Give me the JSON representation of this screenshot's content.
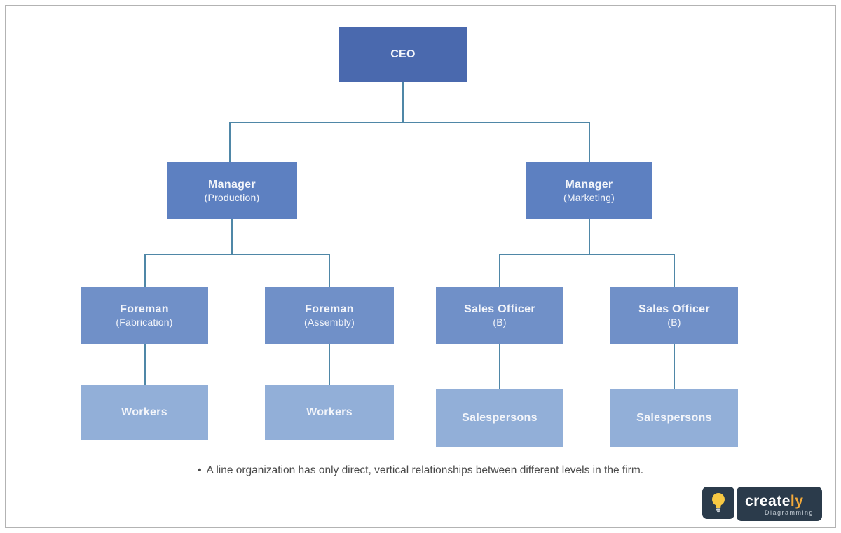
{
  "diagram": {
    "type": "org-chart",
    "nodes": [
      {
        "id": "ceo",
        "title": "CEO",
        "subtitle": ""
      },
      {
        "id": "manager-production",
        "title": "Manager",
        "subtitle": "(Production)"
      },
      {
        "id": "manager-marketing",
        "title": "Manager",
        "subtitle": "(Marketing)"
      },
      {
        "id": "foreman-fabrication",
        "title": "Foreman",
        "subtitle": "(Fabrication)"
      },
      {
        "id": "foreman-assembly",
        "title": "Foreman",
        "subtitle": "(Assembly)"
      },
      {
        "id": "sales-officer-1",
        "title": "Sales Officer",
        "subtitle": "(B)"
      },
      {
        "id": "sales-officer-2",
        "title": "Sales Officer",
        "subtitle": "(B)"
      },
      {
        "id": "workers-1",
        "title": "Workers",
        "subtitle": ""
      },
      {
        "id": "workers-2",
        "title": "Workers",
        "subtitle": ""
      },
      {
        "id": "salespersons-1",
        "title": "Salespersons",
        "subtitle": ""
      },
      {
        "id": "salespersons-2",
        "title": "Salespersons",
        "subtitle": ""
      }
    ],
    "edges": [
      [
        "ceo",
        "manager-production"
      ],
      [
        "ceo",
        "manager-marketing"
      ],
      [
        "manager-production",
        "foreman-fabrication"
      ],
      [
        "manager-production",
        "foreman-assembly"
      ],
      [
        "manager-marketing",
        "sales-officer-1"
      ],
      [
        "manager-marketing",
        "sales-officer-2"
      ],
      [
        "foreman-fabrication",
        "workers-1"
      ],
      [
        "foreman-assembly",
        "workers-2"
      ],
      [
        "sales-officer-1",
        "salespersons-1"
      ],
      [
        "sales-officer-2",
        "salespersons-2"
      ]
    ],
    "note": {
      "bullet": "•",
      "text": "A line organization has only direct, vertical relationships between different levels in the firm."
    }
  },
  "colors": {
    "level1_box": "#4a69ae",
    "level2_box": "#5d80c1",
    "level3_box": "#7090c8",
    "level4_box": "#92afd8",
    "connector": "#4f87a7",
    "note_text": "#4a4a4a",
    "logo_background": "#2b3b4b",
    "logo_accent": "#f2a93b",
    "bulb_yellow": "#f7c843"
  },
  "logo": {
    "brand_prefix": "create",
    "brand_suffix": "ly",
    "tagline": "Diagramming",
    "icon": "lightbulb-icon"
  }
}
